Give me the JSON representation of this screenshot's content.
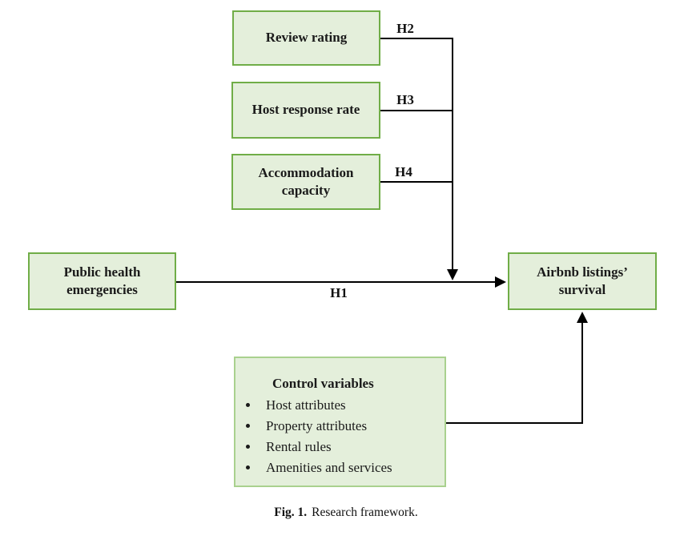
{
  "diagram": {
    "boxes": {
      "review_rating": {
        "label": "Review rating"
      },
      "host_response_rate": {
        "label": "Host response rate"
      },
      "accommodation_capacity": {
        "label": "Accommodation capacity"
      },
      "public_health": {
        "label": "Public health emergencies"
      },
      "airbnb_survival": {
        "label": "Airbnb listings’ survival"
      },
      "control_variables": {
        "title": "Control variables",
        "items": [
          "Host attributes",
          "Property attributes",
          "Rental rules",
          "Amenities and services"
        ]
      }
    },
    "hypothesis_labels": {
      "h1": "H1",
      "h2": "H2",
      "h3": "H3",
      "h4": "H4"
    },
    "caption": {
      "figure_number": "Fig. 1.",
      "text": "Research framework."
    },
    "colors": {
      "box_fill": "#e4efdb",
      "box_border": "#70ad47",
      "control_box_border": "#a9d18e",
      "connector_line": "#000000"
    }
  }
}
